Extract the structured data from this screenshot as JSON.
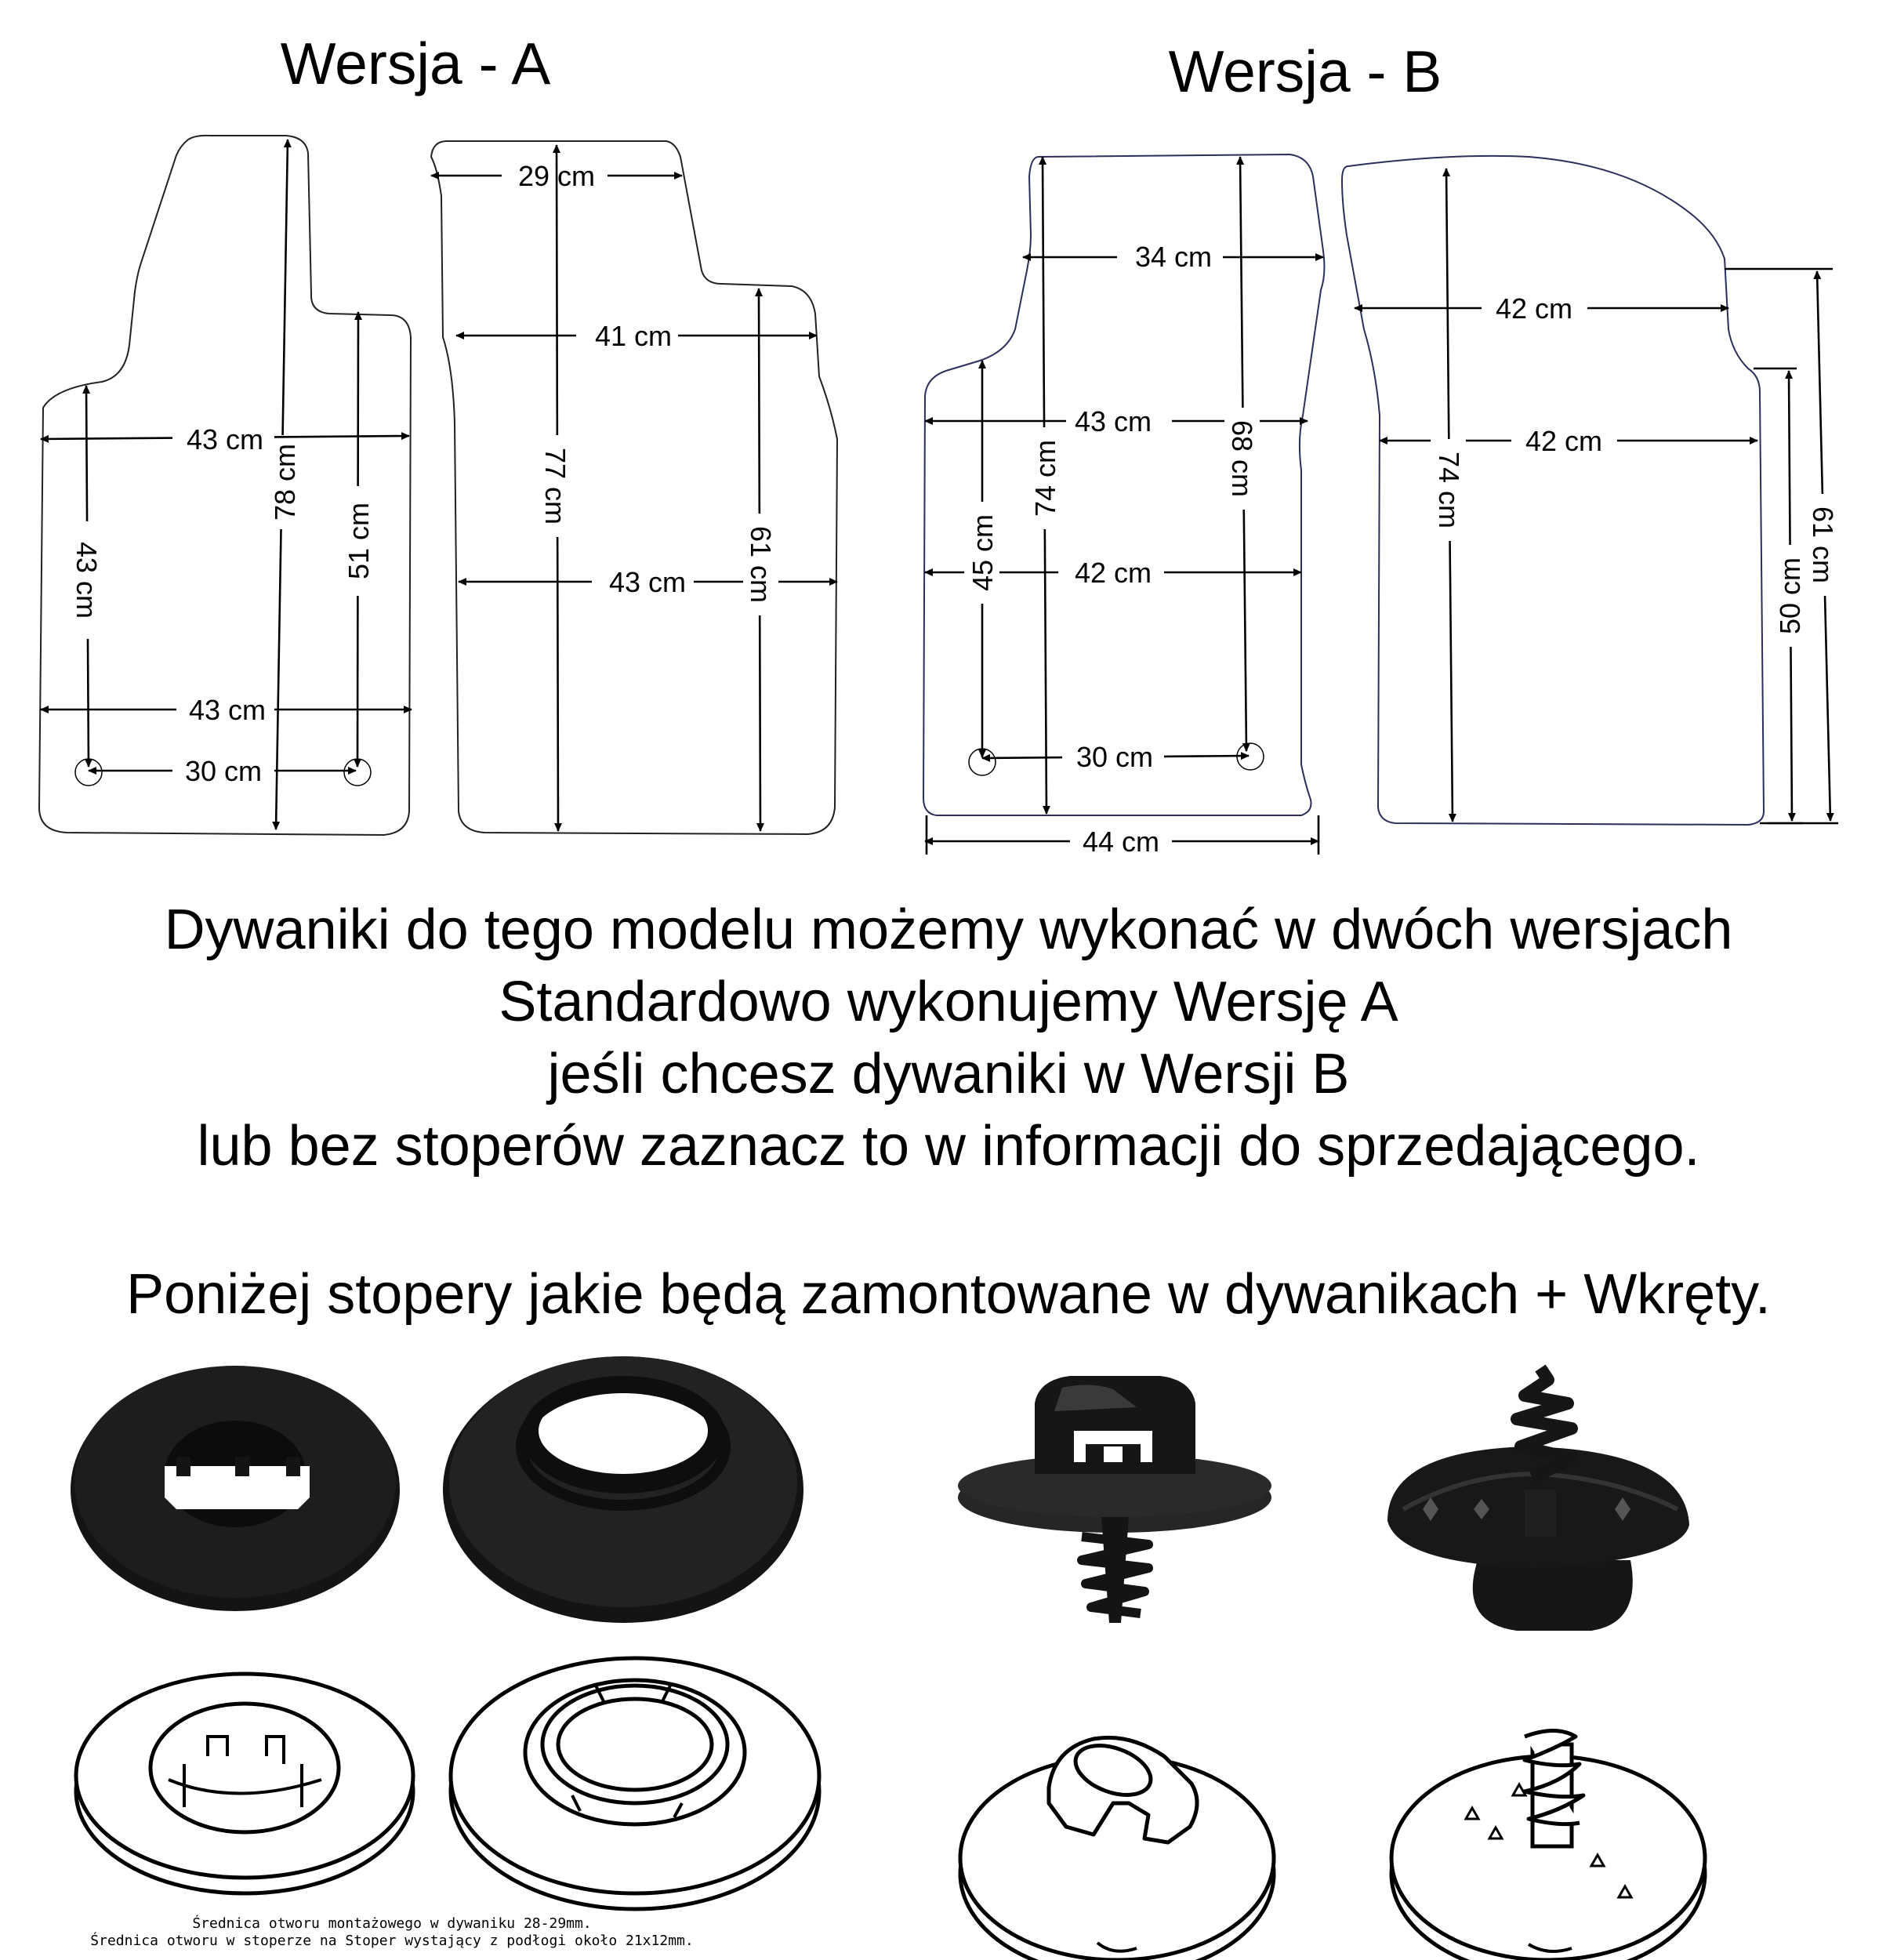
{
  "versions": {
    "a": {
      "title": "Wersja - A",
      "dims": {
        "a_top_width": "29 cm",
        "a_mid_width": "41 cm",
        "a_left_upper_width": "43 cm",
        "a_right_lower_width": "43 cm",
        "a_left_lower_width": "43 cm",
        "a_left_hole_spacing": "30 cm",
        "a_left_length": "78 cm",
        "a_left_side_height": "43 cm",
        "a_left_right_height": "51 cm",
        "a_right_length": "77 cm",
        "a_right_side_height": "61 cm"
      }
    },
    "b": {
      "title": "Wersja - B",
      "dims": {
        "b_top_width": "34 cm",
        "b_upper_width": "43 cm",
        "b_lower_width": "42 cm",
        "b_hole_spacing": "30 cm",
        "b_bottom_width": "44 cm",
        "b_left_height": "45 cm",
        "b_length": "74 cm",
        "b_right_height": "68 cm",
        "b2_upper_width": "42 cm",
        "b2_lower_width": "42 cm",
        "b2_length": "74 cm",
        "b2_side_height": "50 cm",
        "b2_total_height": "61 cm"
      }
    }
  },
  "paragraph": [
    "Dywaniki do tego modelu możemy wykonać w dwóch wersjach",
    "Standardowo wykonujemy Wersję A",
    "jeśli chcesz dywaniki w Wersji B",
    "lub bez stoperów zaznacz to w informacji do sprzedającego."
  ],
  "stoppers_heading": "Poniżej stopery jakie będą zamontowane w dywanikach + Wkręty.",
  "notes": [
    "Średnica otworu montażowego w dywaniku 28-29mm.",
    "Średnica otworu w stoperze na Stoper wystający z podłogi około 21x12mm."
  ]
}
